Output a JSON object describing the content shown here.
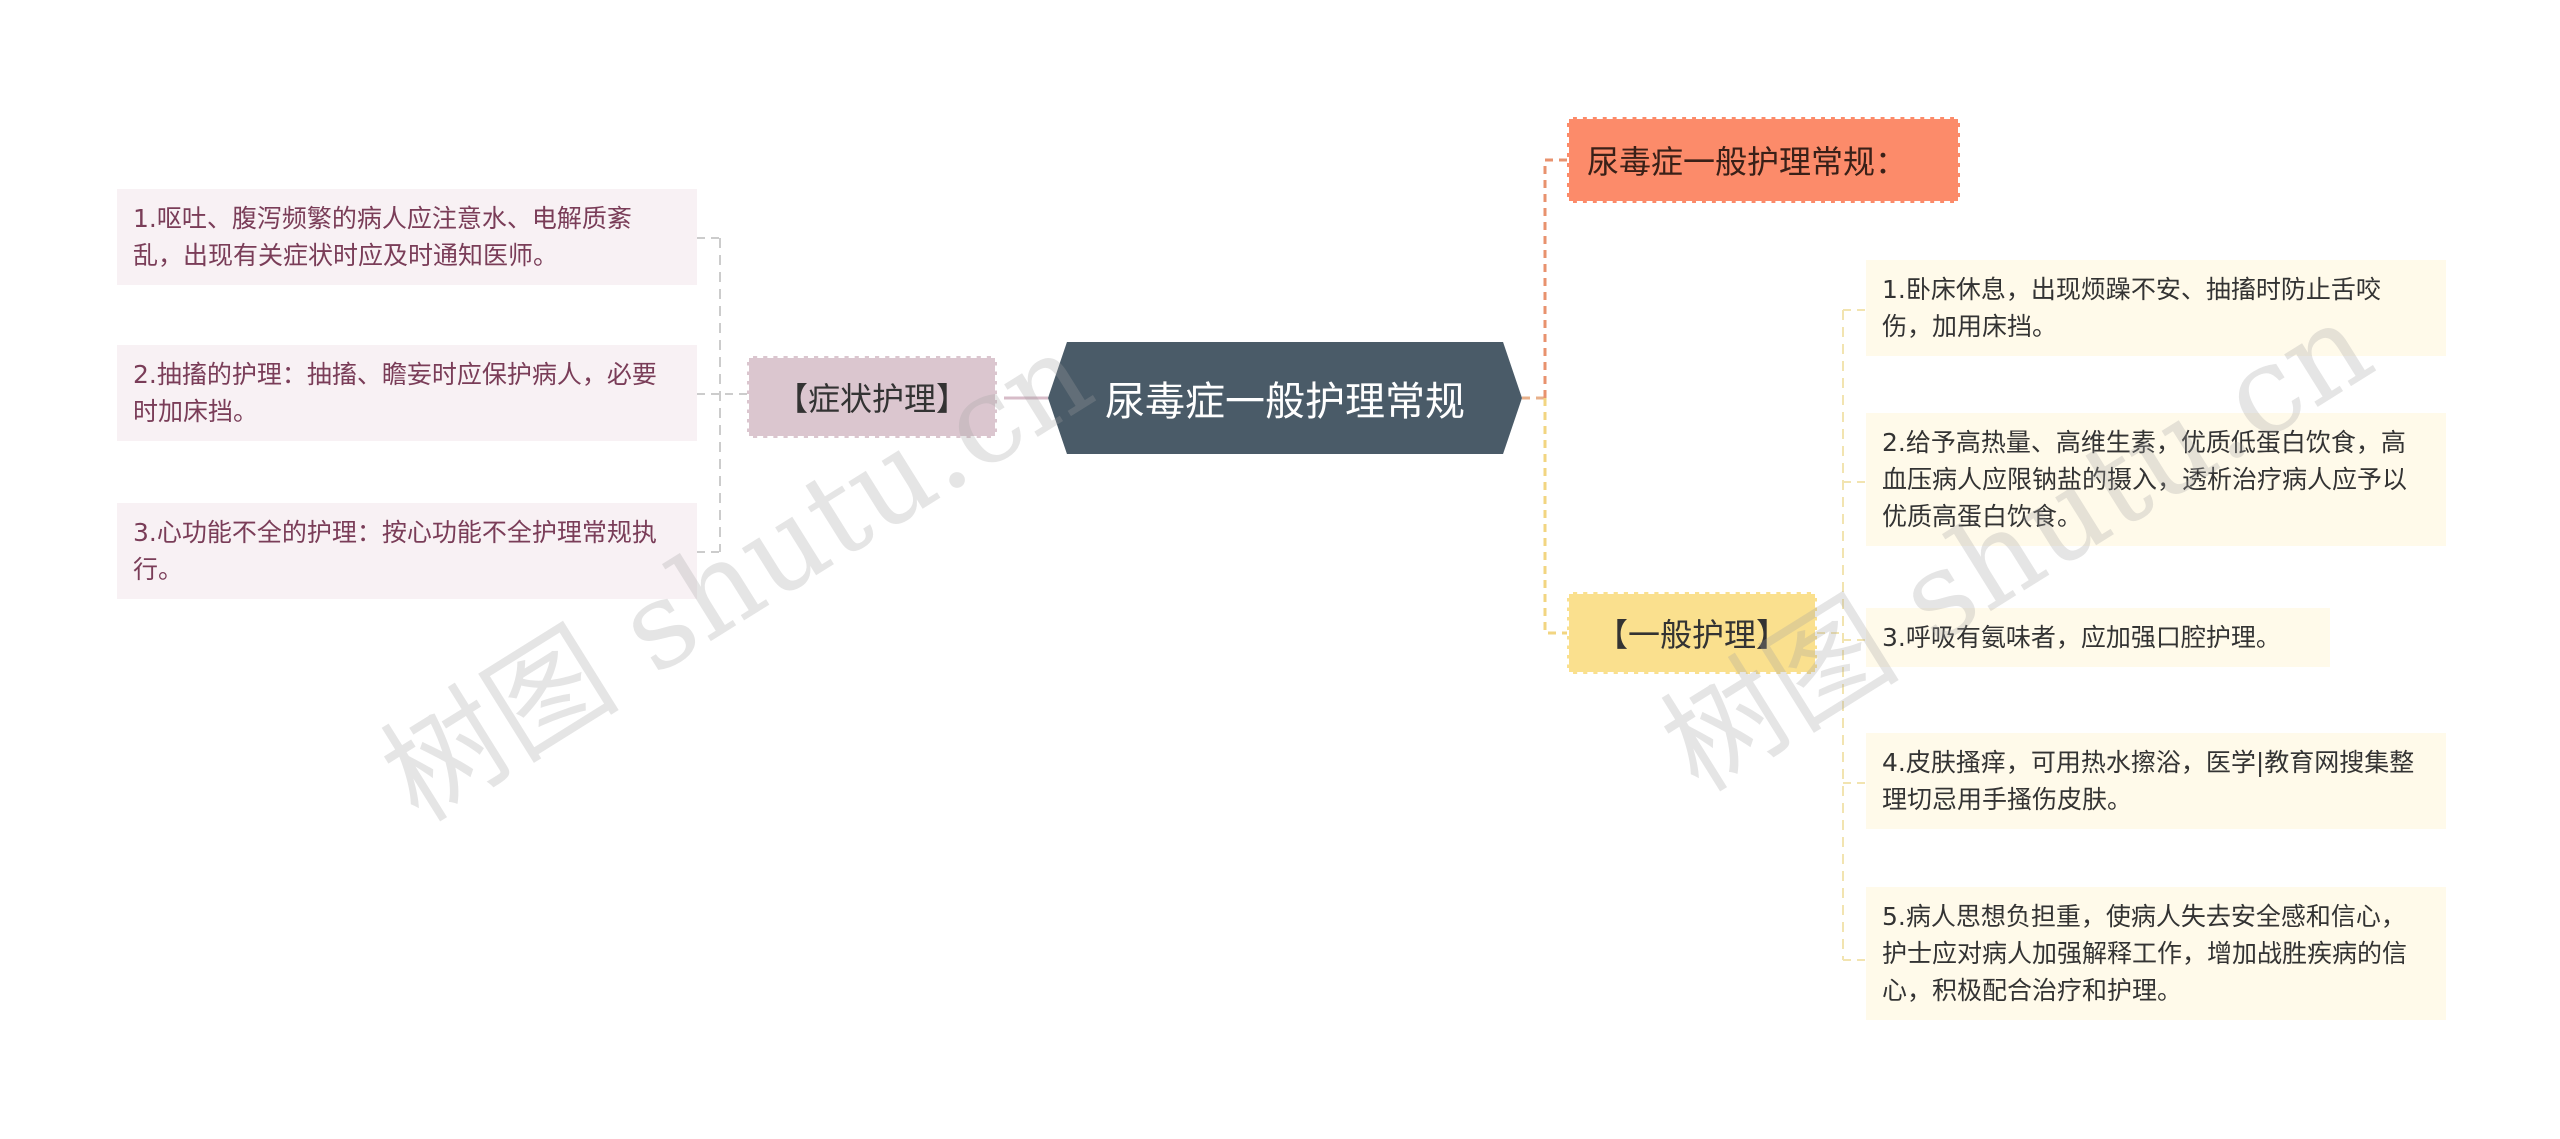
{
  "mindmap": {
    "root": {
      "label": "尿毒症一般护理常规"
    },
    "left_branch": {
      "label": "【症状护理】",
      "items": [
        "1.呕吐、腹泻频繁的病人应注意水、电解质紊乱，出现有关症状时应及时通知医师。",
        "2.抽搐的护理：抽搐、瞻妄时应保护病人，必要时加床挡。",
        "3.心功能不全的护理：按心功能不全护理常规执行。"
      ]
    },
    "right_top": {
      "label": "尿毒症一般护理常规："
    },
    "right_branch": {
      "label": "【一般护理】",
      "items": [
        "1.卧床休息，出现烦躁不安、抽搐时防止舌咬伤，加用床挡。",
        "2.给予高热量、高维生素，优质低蛋白饮食，高血压病人应限钠盐的摄入，透析治疗病人应予以优质高蛋白饮食。",
        "3.呼吸有氨味者，应加强口腔护理。",
        "4.皮肤搔痒，可用热水擦浴，医学|教育网搜集整理切忌用手搔伤皮肤。",
        "5.病人思想负担重，使病人失去安全感和信心，护士应对病人加强解释工作，增加战胜疾病的信心，积极配合治疗和护理。"
      ]
    },
    "watermark": "树图 shutu.cn"
  },
  "colors": {
    "root_bg": "#4a5b68",
    "left_category_bg": "#dbc6cf",
    "left_leaf_bg": "#f8f1f4",
    "left_leaf_text": "#7a3d58",
    "orange_category_bg": "#fc8b6a",
    "yellow_category_bg": "#fae08e",
    "right_leaf_bg": "#fffaea"
  }
}
